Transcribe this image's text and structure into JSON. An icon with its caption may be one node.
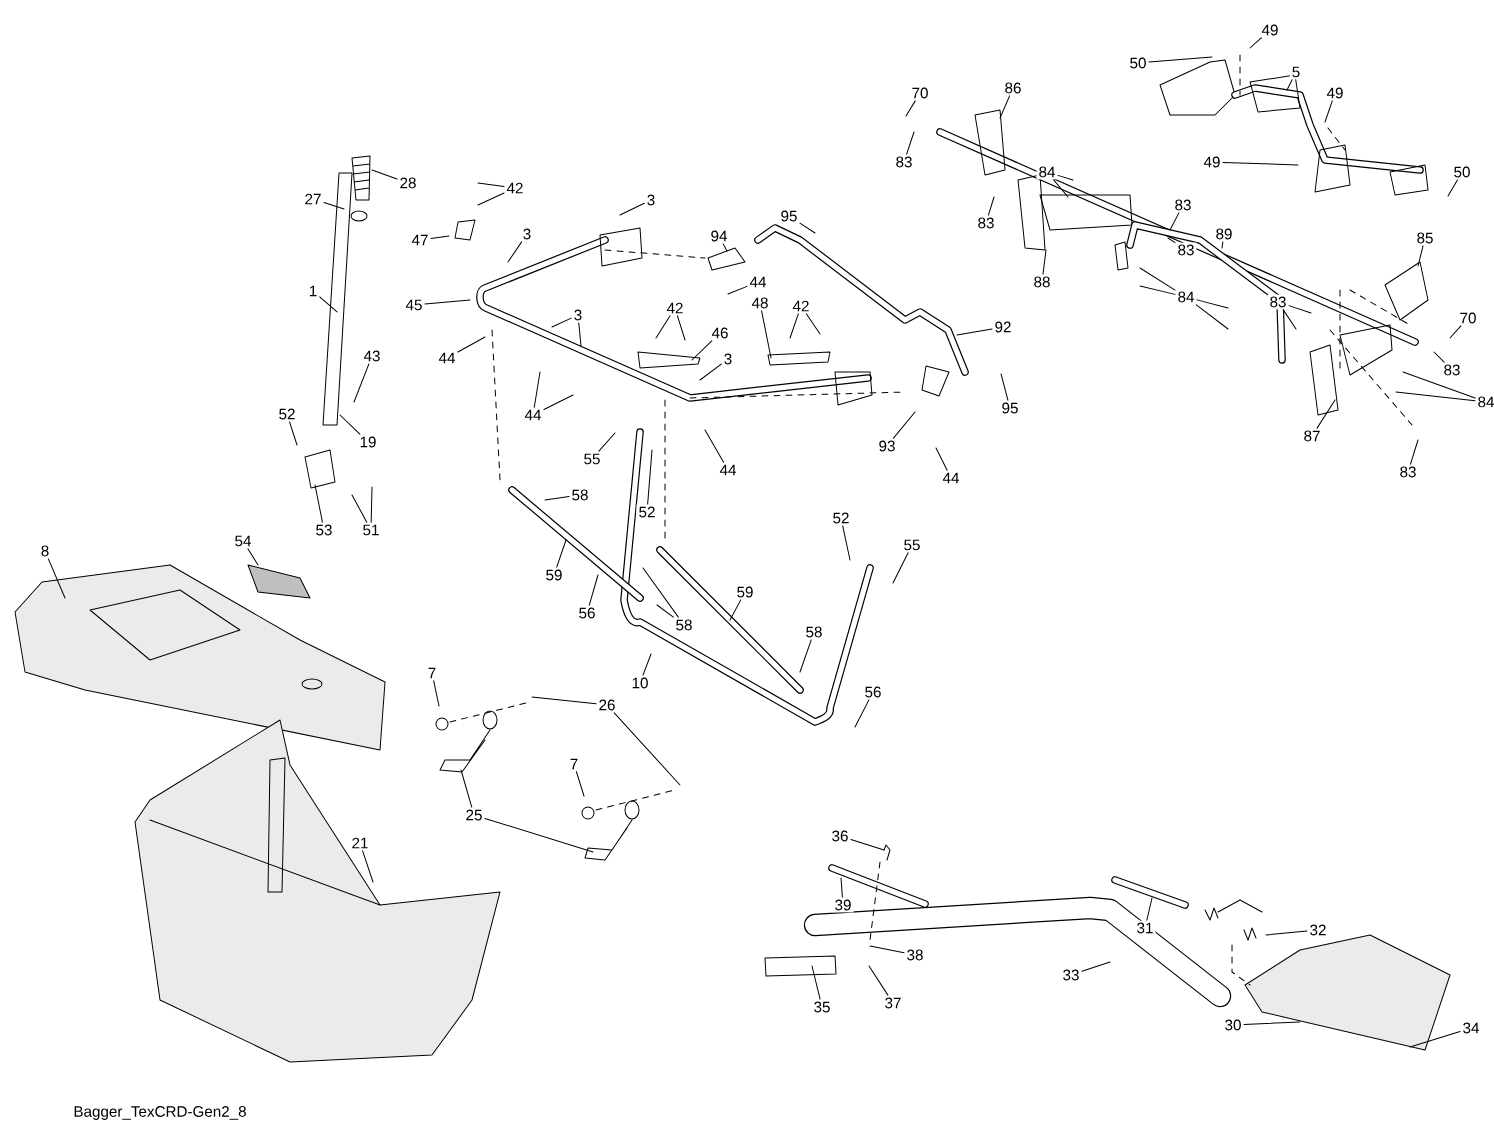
{
  "diagram": {
    "nodes": [
      {
        "text": [
          "49"
        ]
      },
      {
        "text": [
          "50"
        ]
      },
      {
        "text": [
          "5"
        ]
      },
      {
        "text": [
          "49"
        ]
      },
      {
        "text": [
          "70"
        ]
      },
      {
        "text": [
          "86"
        ]
      },
      {
        "text": [
          "83"
        ]
      },
      {
        "text": [
          "49"
        ]
      },
      {
        "text": [
          "50"
        ]
      },
      {
        "text": [
          "84"
        ]
      },
      {
        "text": [
          "83"
        ]
      },
      {
        "text": [
          "83"
        ]
      },
      {
        "text": [
          "89"
        ]
      },
      {
        "text": [
          "88"
        ]
      },
      {
        "text": [
          "83"
        ]
      },
      {
        "text": [
          "85"
        ]
      },
      {
        "text": [
          "84"
        ]
      },
      {
        "text": [
          "83"
        ]
      },
      {
        "text": [
          "70"
        ]
      },
      {
        "text": [
          "83"
        ]
      },
      {
        "text": [
          "84"
        ]
      },
      {
        "text": [
          "87"
        ]
      },
      {
        "text": [
          "83"
        ]
      },
      {
        "text": [
          "28"
        ]
      },
      {
        "text": [
          "27"
        ]
      },
      {
        "text": [
          "42"
        ]
      },
      {
        "text": [
          "3"
        ]
      },
      {
        "text": [
          "47"
        ]
      },
      {
        "text": [
          "3"
        ]
      },
      {
        "text": [
          "94"
        ]
      },
      {
        "text": [
          "95"
        ]
      },
      {
        "text": [
          "1"
        ]
      },
      {
        "text": [
          "45"
        ]
      },
      {
        "text": [
          "44"
        ]
      },
      {
        "text": [
          "42"
        ]
      },
      {
        "text": [
          "3"
        ]
      },
      {
        "text": [
          "48"
        ]
      },
      {
        "text": [
          "42"
        ]
      },
      {
        "text": [
          "46"
        ]
      },
      {
        "text": [
          "92"
        ]
      },
      {
        "text": [
          "44"
        ]
      },
      {
        "text": [
          "43"
        ]
      },
      {
        "text": [
          "3"
        ]
      },
      {
        "text": [
          "52"
        ]
      },
      {
        "text": [
          "19"
        ]
      },
      {
        "text": [
          "44"
        ]
      },
      {
        "text": [
          "55"
        ]
      },
      {
        "text": [
          "95"
        ]
      },
      {
        "text": [
          "93"
        ]
      },
      {
        "text": [
          "44"
        ]
      },
      {
        "text": [
          "44"
        ]
      },
      {
        "text": [
          "53"
        ]
      },
      {
        "text": [
          "51"
        ]
      },
      {
        "text": [
          "52"
        ]
      },
      {
        "text": [
          "58"
        ]
      },
      {
        "text": [
          "52"
        ]
      },
      {
        "text": [
          "55"
        ]
      },
      {
        "text": [
          "54"
        ]
      },
      {
        "text": [
          "8"
        ]
      },
      {
        "text": [
          "59"
        ]
      },
      {
        "text": [
          "56"
        ]
      },
      {
        "text": [
          "58"
        ]
      },
      {
        "text": [
          "59"
        ]
      },
      {
        "text": [
          "58"
        ]
      },
      {
        "text": [
          "10"
        ]
      },
      {
        "text": [
          "56"
        ]
      },
      {
        "text": [
          "7"
        ]
      },
      {
        "text": [
          "26"
        ]
      },
      {
        "text": [
          "7"
        ]
      },
      {
        "text": [
          "25"
        ]
      },
      {
        "text": [
          "21"
        ]
      },
      {
        "text": [
          "36"
        ]
      },
      {
        "text": [
          "39"
        ]
      },
      {
        "text": [
          "31"
        ]
      },
      {
        "text": [
          "32"
        ]
      },
      {
        "text": [
          "38"
        ]
      },
      {
        "text": [
          "33"
        ]
      },
      {
        "text": [
          "37"
        ]
      },
      {
        "text": [
          "35"
        ]
      },
      {
        "text": [
          "30"
        ]
      },
      {
        "text": [
          "34"
        ]
      }
    ],
    "edges": [
      {
        "from": 0,
        "to": null,
        "arrow": "none"
      },
      {
        "from": 1,
        "to": null,
        "arrow": "none"
      },
      {
        "from": 2,
        "to": null,
        "arrow": "none"
      },
      {
        "from": 3,
        "to": null,
        "arrow": "none"
      },
      {
        "from": 4,
        "to": null,
        "arrow": "none"
      },
      {
        "from": 5,
        "to": null,
        "arrow": "none"
      },
      {
        "from": 6,
        "to": null,
        "arrow": "none"
      },
      {
        "from": 7,
        "to": null,
        "arrow": "none"
      },
      {
        "from": 8,
        "to": null,
        "arrow": "none"
      },
      {
        "from": 9,
        "to": null,
        "arrow": "none"
      },
      {
        "from": 9,
        "to": null,
        "arrow": "none"
      },
      {
        "from": 10,
        "to": null,
        "arrow": "none"
      },
      {
        "from": 11,
        "to": null,
        "arrow": "none"
      },
      {
        "from": 12,
        "to": null,
        "arrow": "none"
      },
      {
        "from": 13,
        "to": null,
        "arrow": "none"
      },
      {
        "from": 14,
        "to": null,
        "arrow": "none"
      },
      {
        "from": 15,
        "to": null,
        "arrow": "none"
      },
      {
        "from": 16,
        "to": null,
        "arrow": "none"
      },
      {
        "from": 16,
        "to": null,
        "arrow": "none"
      },
      {
        "from": 16,
        "to": null,
        "arrow": "none"
      },
      {
        "from": 16,
        "to": null,
        "arrow": "none"
      },
      {
        "from": 17,
        "to": null,
        "arrow": "none"
      },
      {
        "from": 17,
        "to": null,
        "arrow": "none"
      },
      {
        "from": 18,
        "to": null,
        "arrow": "none"
      },
      {
        "from": 19,
        "to": null,
        "arrow": "none"
      },
      {
        "from": 20,
        "to": null,
        "arrow": "none"
      },
      {
        "from": 20,
        "to": null,
        "arrow": "none"
      },
      {
        "from": 21,
        "to": null,
        "arrow": "none"
      },
      {
        "from": 22,
        "to": null,
        "arrow": "none"
      },
      {
        "from": 23,
        "to": null,
        "arrow": "none"
      },
      {
        "from": 24,
        "to": null,
        "arrow": "none"
      },
      {
        "from": 25,
        "to": null,
        "arrow": "none"
      },
      {
        "from": 25,
        "to": null,
        "arrow": "none"
      },
      {
        "from": 26,
        "to": null,
        "arrow": "none"
      },
      {
        "from": 27,
        "to": null,
        "arrow": "none"
      },
      {
        "from": 28,
        "to": null,
        "arrow": "none"
      },
      {
        "from": 29,
        "to": null,
        "arrow": "none"
      },
      {
        "from": 30,
        "to": null,
        "arrow": "none"
      },
      {
        "from": 31,
        "to": null,
        "arrow": "none"
      },
      {
        "from": 32,
        "to": null,
        "arrow": "none"
      },
      {
        "from": 33,
        "to": null,
        "arrow": "none"
      },
      {
        "from": 34,
        "to": null,
        "arrow": "none"
      },
      {
        "from": 34,
        "to": null,
        "arrow": "none"
      },
      {
        "from": 35,
        "to": null,
        "arrow": "none"
      },
      {
        "from": 35,
        "to": null,
        "arrow": "none"
      },
      {
        "from": 36,
        "to": null,
        "arrow": "none"
      },
      {
        "from": 37,
        "to": null,
        "arrow": "none"
      },
      {
        "from": 37,
        "to": null,
        "arrow": "none"
      },
      {
        "from": 38,
        "to": null,
        "arrow": "none"
      },
      {
        "from": 39,
        "to": null,
        "arrow": "none"
      },
      {
        "from": 40,
        "to": null,
        "arrow": "none"
      },
      {
        "from": 41,
        "to": null,
        "arrow": "none"
      },
      {
        "from": 42,
        "to": null,
        "arrow": "none"
      },
      {
        "from": 43,
        "to": null,
        "arrow": "none"
      },
      {
        "from": 44,
        "to": null,
        "arrow": "none"
      },
      {
        "from": 45,
        "to": null,
        "arrow": "none"
      },
      {
        "from": 45,
        "to": null,
        "arrow": "none"
      },
      {
        "from": 46,
        "to": null,
        "arrow": "none"
      },
      {
        "from": 47,
        "to": null,
        "arrow": "none"
      },
      {
        "from": 48,
        "to": null,
        "arrow": "none"
      },
      {
        "from": 49,
        "to": null,
        "arrow": "none"
      },
      {
        "from": 50,
        "to": null,
        "arrow": "none"
      },
      {
        "from": 51,
        "to": null,
        "arrow": "none"
      },
      {
        "from": 52,
        "to": null,
        "arrow": "none"
      },
      {
        "from": 52,
        "to": null,
        "arrow": "none"
      },
      {
        "from": 53,
        "to": null,
        "arrow": "none"
      },
      {
        "from": 54,
        "to": null,
        "arrow": "none"
      },
      {
        "from": 55,
        "to": null,
        "arrow": "none"
      },
      {
        "from": 56,
        "to": null,
        "arrow": "none"
      },
      {
        "from": 57,
        "to": null,
        "arrow": "none"
      },
      {
        "from": 58,
        "to": null,
        "arrow": "none"
      },
      {
        "from": 59,
        "to": null,
        "arrow": "none"
      },
      {
        "from": 60,
        "to": null,
        "arrow": "none"
      },
      {
        "from": 61,
        "to": null,
        "arrow": "none"
      },
      {
        "from": 61,
        "to": null,
        "arrow": "none"
      },
      {
        "from": 62,
        "to": null,
        "arrow": "none"
      },
      {
        "from": 63,
        "to": null,
        "arrow": "none"
      },
      {
        "from": 64,
        "to": null,
        "arrow": "none"
      },
      {
        "from": 65,
        "to": null,
        "arrow": "none"
      },
      {
        "from": 66,
        "to": null,
        "arrow": "none"
      },
      {
        "from": 67,
        "to": null,
        "arrow": "none"
      },
      {
        "from": 67,
        "to": null,
        "arrow": "none"
      },
      {
        "from": 68,
        "to": null,
        "arrow": "none"
      },
      {
        "from": 69,
        "to": null,
        "arrow": "none"
      },
      {
        "from": 69,
        "to": null,
        "arrow": "none"
      },
      {
        "from": 70,
        "to": null,
        "arrow": "none"
      },
      {
        "from": 71,
        "to": null,
        "arrow": "none"
      },
      {
        "from": 72,
        "to": null,
        "arrow": "none"
      },
      {
        "from": 73,
        "to": null,
        "arrow": "none"
      },
      {
        "from": 74,
        "to": null,
        "arrow": "none"
      },
      {
        "from": 75,
        "to": null,
        "arrow": "none"
      },
      {
        "from": 76,
        "to": null,
        "arrow": "none"
      },
      {
        "from": 77,
        "to": null,
        "arrow": "none"
      },
      {
        "from": 78,
        "to": null,
        "arrow": "none"
      },
      {
        "from": 79,
        "to": null,
        "arrow": "none"
      },
      {
        "from": 80,
        "to": null,
        "arrow": "none"
      }
    ],
    "labels": [
      "Bagger_TexCRD-Gen2_8"
    ]
  }
}
